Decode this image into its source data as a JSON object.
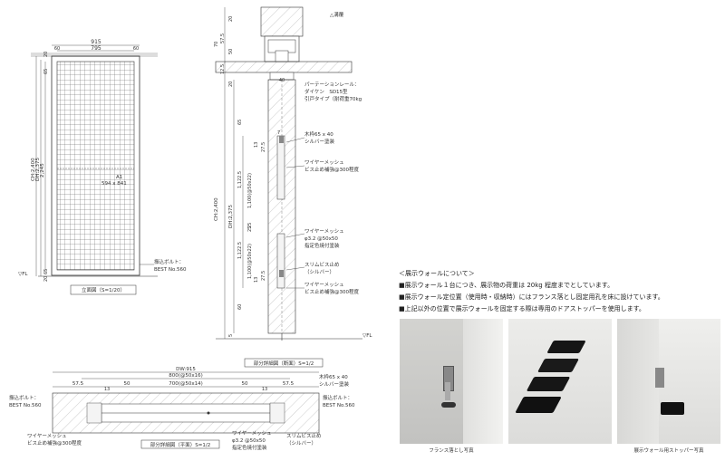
{
  "elevation": {
    "dims": {
      "total_width": "915",
      "inner_width": "795",
      "frame_left": "60",
      "frame_right": "60",
      "top_a": "20",
      "top_b": "65",
      "ch": "CH:2,400",
      "dh": "DH:2,375",
      "h2245": "2,245",
      "bottom_a": "65",
      "bottom_b": "20"
    },
    "panel_label": "A1",
    "panel_size": "594 x 841",
    "bolt_label": "振込ボルト：",
    "bolt_model": "BEST No.560",
    "fl": "▽FL",
    "title": "立面図（S=1/20）"
  },
  "section": {
    "ceiling": "△溝覆",
    "dims": {
      "d20a": "20",
      "d70": "70",
      "d575": "57.5",
      "d50": "50",
      "d125": "12.5",
      "d40": "40",
      "d20b": "20",
      "d65": "65",
      "d7": "7",
      "d13a": "13",
      "d275a": "27.5",
      "d11225a": "1,122.5",
      "d1100a": "1,100(@50x22)",
      "d25a": "25",
      "ch": "CH:2,400",
      "dh": "DH:2,375",
      "d25b": "25",
      "d11225b": "1,122.5",
      "d1100b": "1,100(@50x22)",
      "d275b": "27.5",
      "d13b": "13",
      "d60": "60",
      "d5": "5"
    },
    "rail_labels": [
      "パーテーションレール：",
      "ダイケン　SD15型",
      "引戸タイプ（耐荷重70kg"
    ],
    "wood_labels": [
      "木枠65 x 40",
      "シルバー塗装"
    ],
    "mesh1_labels": [
      "ワイヤーメッシュ",
      "ビス止め補強@300程度"
    ],
    "mesh2_labels": [
      "ワイヤーメッシュ",
      "φ3.2 @50x50",
      "指定色焼付塗装"
    ],
    "screw_labels": [
      "スリムビス止め",
      "（シルバー）"
    ],
    "mesh3_labels": [
      "ワイヤーメッシュ",
      "ビス止め補強@300程度"
    ],
    "fl": "▽FL",
    "title": "部分詳細図（断面）S=1/2"
  },
  "plan": {
    "dims": {
      "dw": "DW:915",
      "d800": "800(@50x16)",
      "d575l": "57.5",
      "d13l": "13",
      "d50l": "50",
      "d700": "700(@50x14)",
      "d50r": "50",
      "d13r": "13",
      "d575r": "57.5"
    },
    "bolt_left": [
      "振込ボルト：",
      "BEST No.560"
    ],
    "bolt_right": [
      "振込ボルト：",
      "BEST No.560"
    ],
    "wood_labels": [
      "木枠65 x 40",
      "シルバー塗装"
    ],
    "mesh_left": [
      "ワイヤーメッシュ",
      "ビス止め補強@300程度"
    ],
    "mesh_mid": [
      "ワイヤーメッシュ",
      "φ3.2 @50x50",
      "指定色焼付塗装"
    ],
    "screw_labels": [
      "スリムビス止め",
      "（シルバー）"
    ],
    "title": "部分詳細図（平面）S=1/2"
  },
  "notes": {
    "heading": "＜展示ウォールについて＞",
    "items": [
      "■展示ウォール１台につき、展示物の荷重は 20kg 程度までとしています。",
      "■展示ウォール定位置（使用時・収納時）にはフランス落とし固定用孔を床に設けています。",
      "■上記以外の位置で展示ウォールを固定する際は専用のドアストッパーを使用します。"
    ]
  },
  "photos": {
    "caption_left": "フランス落とし写真",
    "caption_right": "展示ウォール用ストッパー写真"
  }
}
